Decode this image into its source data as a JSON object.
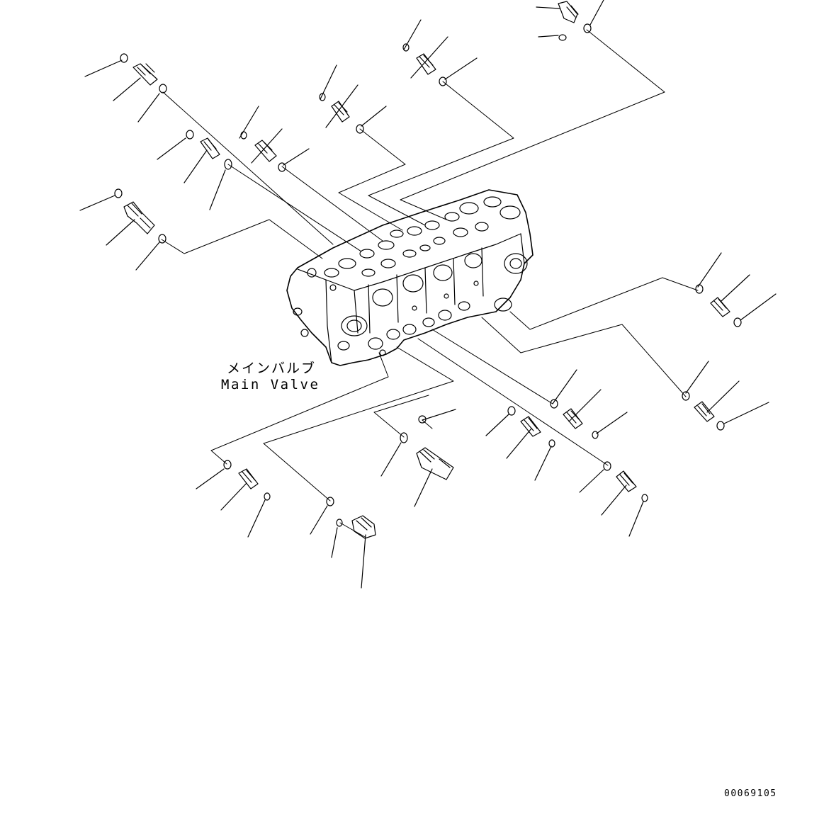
{
  "part_label": {
    "japanese": "メインバルブ",
    "english": "Main Valve"
  },
  "drawing_number": "00069105",
  "colors": {
    "line": "#000000",
    "background": "#ffffff"
  }
}
